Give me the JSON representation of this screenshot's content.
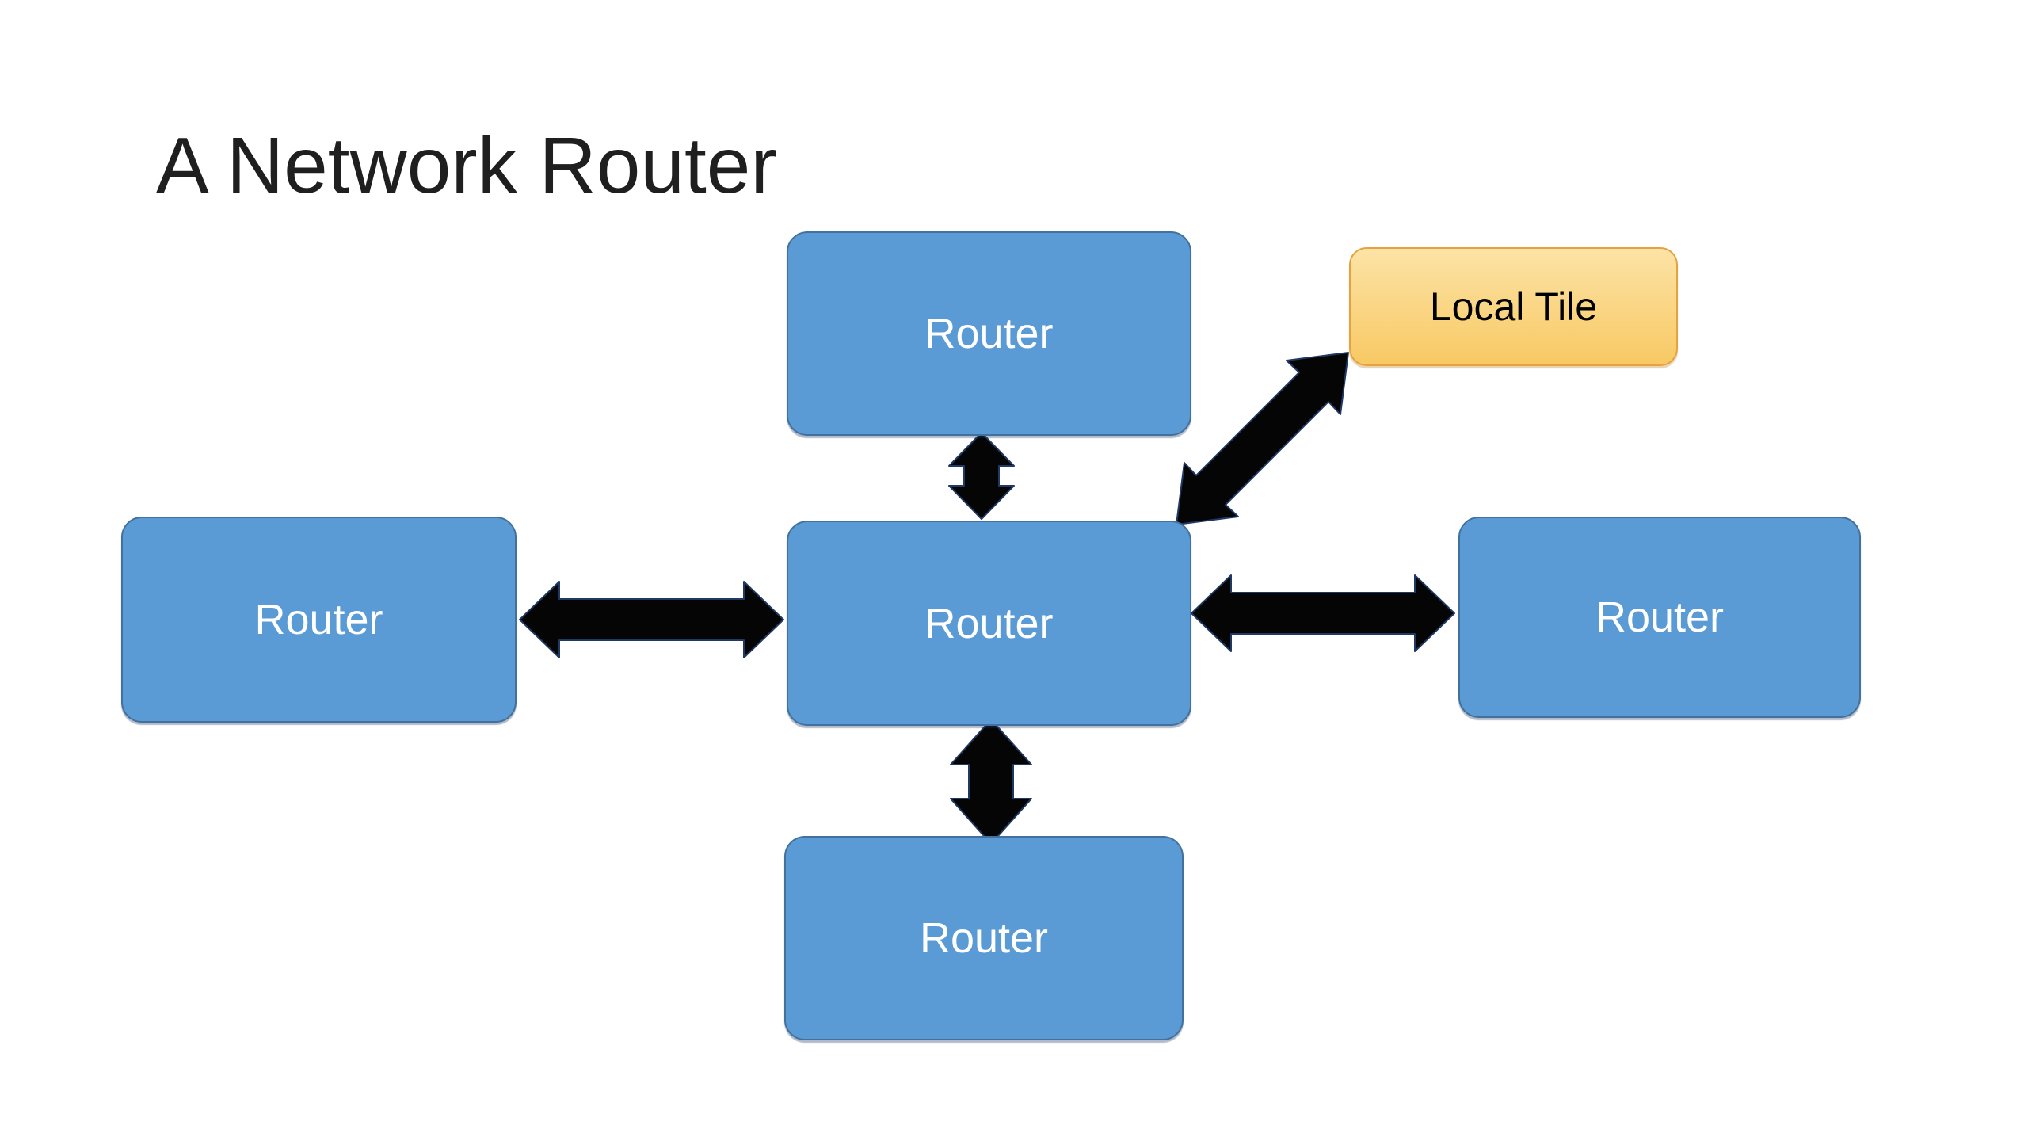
{
  "title": "A Network Router",
  "diagram": {
    "nodes": [
      {
        "id": "top-router",
        "label": "Router",
        "type": "router"
      },
      {
        "id": "left-router",
        "label": "Router",
        "type": "router"
      },
      {
        "id": "center-router",
        "label": "Router",
        "type": "router"
      },
      {
        "id": "right-router",
        "label": "Router",
        "type": "router"
      },
      {
        "id": "bottom-router",
        "label": "Router",
        "type": "router"
      },
      {
        "id": "local-tile",
        "label": "Local Tile",
        "type": "tile"
      }
    ],
    "edges": [
      {
        "from": "center-router",
        "to": "top-router",
        "style": "double-headed-arrow"
      },
      {
        "from": "center-router",
        "to": "left-router",
        "style": "double-headed-arrow"
      },
      {
        "from": "center-router",
        "to": "right-router",
        "style": "double-headed-arrow"
      },
      {
        "from": "center-router",
        "to": "bottom-router",
        "style": "double-headed-arrow"
      },
      {
        "from": "center-router",
        "to": "local-tile",
        "style": "double-headed-arrow"
      }
    ],
    "colors": {
      "background": "#FFFFFF",
      "title_color": "#1F1F1F",
      "router_fill": "#5B9BD5",
      "router_border": "#41719C",
      "router_text": "#FFFFFF",
      "tile_fill_top": "#FCE3A6",
      "tile_fill_bottom": "#F8C964",
      "tile_border": "#E5A23E",
      "tile_text": "#000000",
      "arrow_fill": "#050505",
      "arrow_outline": "#1F3864"
    }
  }
}
